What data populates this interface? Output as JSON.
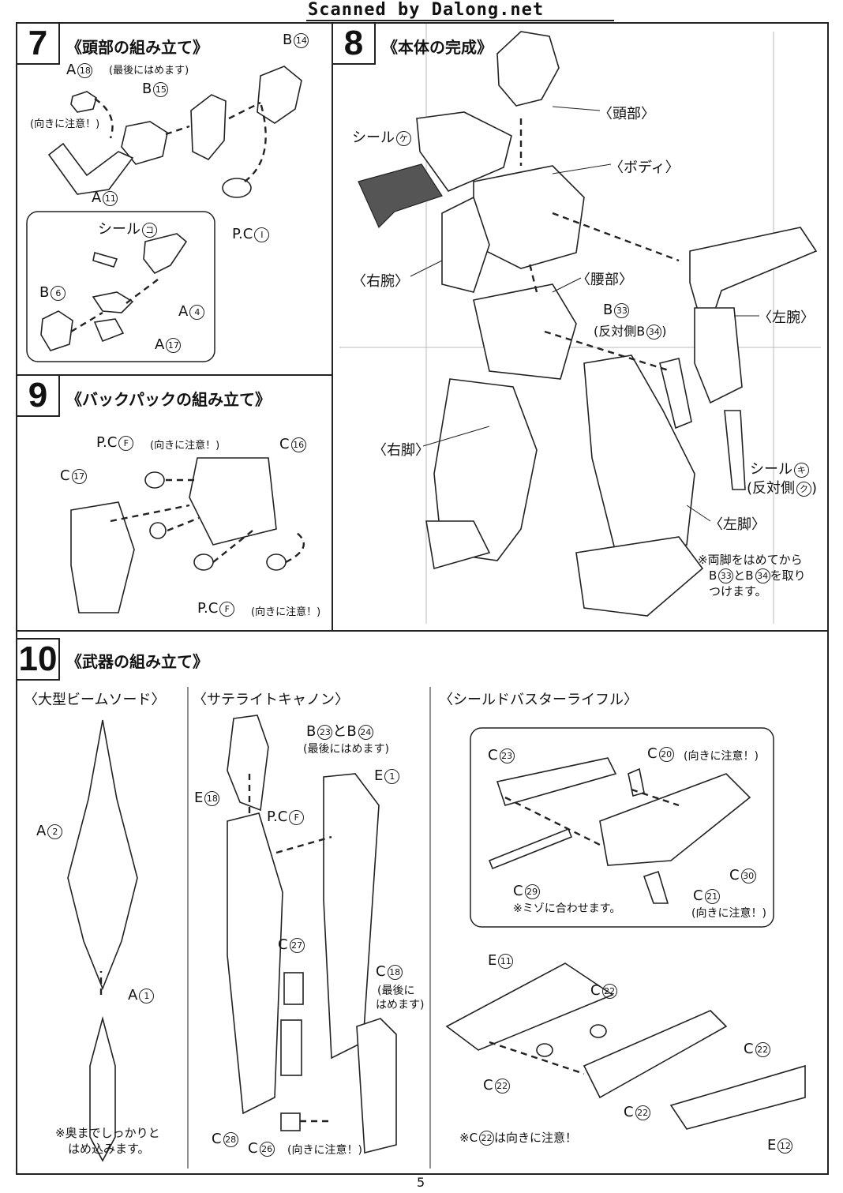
{
  "header": {
    "scan_text": "Scanned by Dalong.net"
  },
  "footer": {
    "page_number": "5"
  },
  "step7": {
    "number": "7",
    "title": "《頭部の組み立て》",
    "labels": {
      "a18": "A",
      "a18_n": "18",
      "last": "(最後にはめます)",
      "b15": "B",
      "b15_n": "15",
      "b14": "B",
      "b14_n": "14",
      "caution": "(向きに注意！)",
      "a11": "A",
      "a11_n": "11",
      "pc": "P.C",
      "pc_n": "I",
      "seal": "シール",
      "seal_n": "コ",
      "b6": "B",
      "b6_n": "6",
      "a4": "A",
      "a4_n": "4",
      "a17": "A",
      "a17_n": "17"
    }
  },
  "step8": {
    "number": "8",
    "title": "《本体の完成》",
    "labels": {
      "head": "〈頭部〉",
      "seal": "シール",
      "seal_n": "ケ",
      "body": "〈ボディ〉",
      "right_arm": "〈右腕〉",
      "waist": "〈腰部〉",
      "b33": "B",
      "b33_n": "33",
      "opposite": "(反対側B",
      "opposite_n": "34",
      "opposite_end": ")",
      "left_arm": "〈左腕〉",
      "right_leg": "〈右脚〉",
      "seal2": "シール",
      "seal2_n": "キ",
      "opposite2": "(反対側",
      "opposite2_n": "ク",
      "opposite2_end": ")",
      "left_leg": "〈左脚〉",
      "note_line1": "※両脚をはめてから",
      "note_line2_a": "B",
      "note_line2_n1": "33",
      "note_line2_b": "とB",
      "note_line2_n2": "34",
      "note_line2_c": "を取り",
      "note_line3": "つけます。"
    }
  },
  "step9": {
    "number": "9",
    "title": "《バックパックの組み立て》",
    "labels": {
      "pc_top": "P.C",
      "pc_top_n": "F",
      "caution_top": "(向きに注意！)",
      "c16": "C",
      "c16_n": "16",
      "c17": "C",
      "c17_n": "17",
      "pc_bottom": "P.C",
      "pc_bottom_n": "F",
      "caution_bottom": "(向きに注意！)"
    }
  },
  "step10": {
    "number": "10",
    "title": "《武器の組み立て》",
    "sections": {
      "beam_sword": {
        "title": "〈大型ビームソード〉",
        "a2": "A",
        "a2_n": "2",
        "a1": "A",
        "a1_n": "1",
        "note_line1": "※奥までしっかりと",
        "note_line2": "はめ込みます。"
      },
      "satellite_cannon": {
        "title": "〈サテライトキャノン〉",
        "b23": "B",
        "b23_n": "23",
        "b23_and": "とB",
        "b24_n": "24",
        "last": "(最後にはめます)",
        "e1": "E",
        "e1_n": "1",
        "e18": "E",
        "e18_n": "18",
        "pc": "P.C",
        "pc_n": "F",
        "c27": "C",
        "c27_n": "27",
        "c18": "C",
        "c18_n": "18",
        "c18_note1": "(最後に",
        "c18_note2": "はめます)",
        "c28": "C",
        "c28_n": "28",
        "c26": "C",
        "c26_n": "26",
        "c26_caution": "(向きに注意！)"
      },
      "shield_buster_rifle": {
        "title": "〈シールドバスターライフル〉",
        "c23": "C",
        "c23_n": "23",
        "c20": "C",
        "c20_n": "20",
        "c20_caution": "(向きに注意！)",
        "c29": "C",
        "c29_n": "29",
        "c29_note": "※ミゾに合わせます。",
        "c30": "C",
        "c30_n": "30",
        "c21": "C",
        "c21_n": "21",
        "c21_caution": "(向きに注意！)",
        "e11": "E",
        "e11_n": "11",
        "c22a": "C",
        "c22a_n": "22",
        "c22b": "C",
        "c22b_n": "22",
        "c22c": "C",
        "c22c_n": "22",
        "c22d": "C",
        "c22d_n": "22",
        "e12": "E",
        "e12_n": "12",
        "note": "※C",
        "note_n": "22",
        "note_end": "は向きに注意！"
      }
    }
  }
}
